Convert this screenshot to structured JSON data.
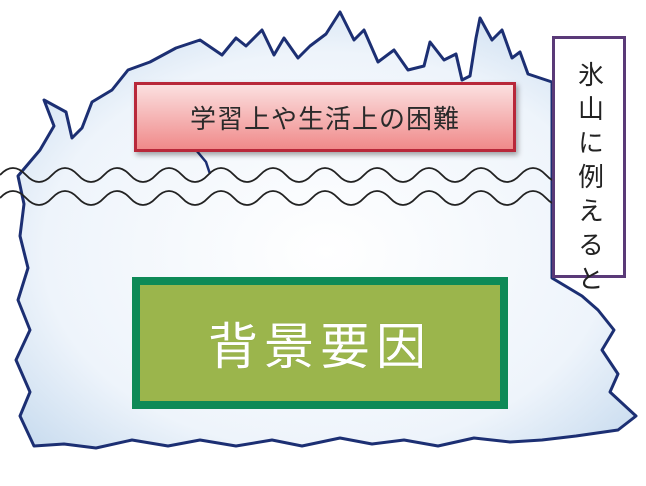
{
  "diagram": {
    "difficulty_label": "学習上や生活上の困難",
    "metaphor_label": "氷山に例えると",
    "background_label": "背景要因"
  },
  "colors": {
    "iceberg_edge": "#1c2f73",
    "iceberg_fill": "#eaf2fb",
    "difficulty_border": "#b8283a",
    "difficulty_fill": "#f4a9a9",
    "metaphor_border": "#5a3a78",
    "background_border": "#0e8a57",
    "background_fill": "#9bb54c",
    "waterline": "#222222"
  },
  "icons": {
    "iceberg": "iceberg-shape",
    "waterline": "wavy-waterline"
  }
}
